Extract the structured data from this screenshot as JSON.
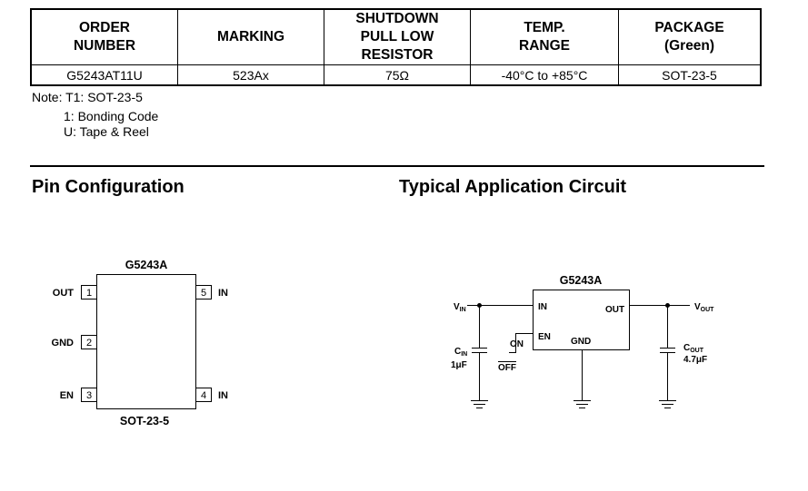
{
  "order_table": {
    "headers": [
      [
        "ORDER",
        "NUMBER"
      ],
      [
        "MARKING"
      ],
      [
        "SHUTDOWN",
        "PULL LOW",
        "RESISTOR"
      ],
      [
        "TEMP.",
        "RANGE"
      ],
      [
        "PACKAGE",
        "(Green)"
      ]
    ],
    "rows": [
      [
        "G5243AT11U",
        "523Ax",
        "75Ω",
        "-40°C to +85°C",
        "SOT-23-5"
      ]
    ]
  },
  "note": {
    "line1": "Note: T1: SOT-23-5",
    "line2": "1: Bonding Code",
    "line3": "U: Tape & Reel"
  },
  "sections": {
    "pin_config_title": "Pin Configuration",
    "app_circuit_title": "Typical Application Circuit"
  },
  "pin_configuration": {
    "chip_name": "G5243A",
    "package": "SOT-23-5",
    "left_pins": [
      {
        "number": "1",
        "name": "OUT"
      },
      {
        "number": "2",
        "name": "GND"
      },
      {
        "number": "3",
        "name": "EN"
      }
    ],
    "right_pins": [
      {
        "number": "5",
        "name": "IN"
      },
      {
        "number": "4",
        "name": "IN"
      }
    ]
  },
  "application_circuit": {
    "chip_name": "G5243A",
    "pin_in": "IN",
    "pin_out": "OUT",
    "pin_en": "EN",
    "pin_gnd": "GND",
    "vin_main": "V",
    "vin_sub": "IN",
    "vout_main": "V",
    "vout_sub": "OUT",
    "cin_main": "C",
    "cin_sub": "IN",
    "cin_value": "1μF",
    "cout_main": "C",
    "cout_sub": "OUT",
    "cout_value": "4.7μF",
    "switch_on": "ON",
    "switch_off": "OFF"
  }
}
